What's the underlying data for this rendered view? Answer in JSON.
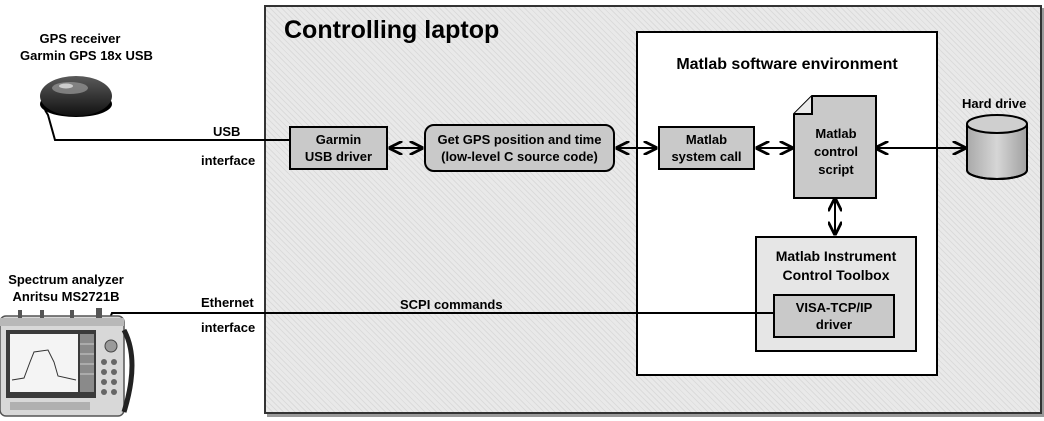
{
  "gps": {
    "title": "GPS receiver",
    "model": "Garmin GPS 18x USB"
  },
  "usb_interface": {
    "line1": "USB",
    "line2": "interface"
  },
  "spectrum": {
    "title": "Spectrum analyzer",
    "model": "Anritsu MS2721B"
  },
  "ethernet_interface": {
    "line1": "Ethernet",
    "line2": "interface"
  },
  "laptop": {
    "title": "Controlling laptop"
  },
  "matlab_env": {
    "title": "Matlab software environment"
  },
  "garmin_driver": {
    "line1": "Garmin",
    "line2": "USB driver"
  },
  "gps_code": {
    "line1": "Get GPS position and time",
    "line2": "(low-level C source code)"
  },
  "system_call": {
    "line1": "Matlab",
    "line2": "system call"
  },
  "control_script": {
    "line1": "Matlab",
    "line2": "control",
    "line3": "script"
  },
  "hard_drive": {
    "label": "Hard drive"
  },
  "toolbox": {
    "line1": "Matlab Instrument",
    "line2": "Control Toolbox"
  },
  "visa": {
    "line1": "VISA-TCP/IP",
    "line2": "driver"
  },
  "scpi": {
    "label": "SCPI commands"
  },
  "icons": {
    "gps": "gps-puck-icon",
    "analyzer": "spectrum-analyzer-icon",
    "disk": "cylinder-disk-icon",
    "document": "document-folded-corner-icon"
  }
}
